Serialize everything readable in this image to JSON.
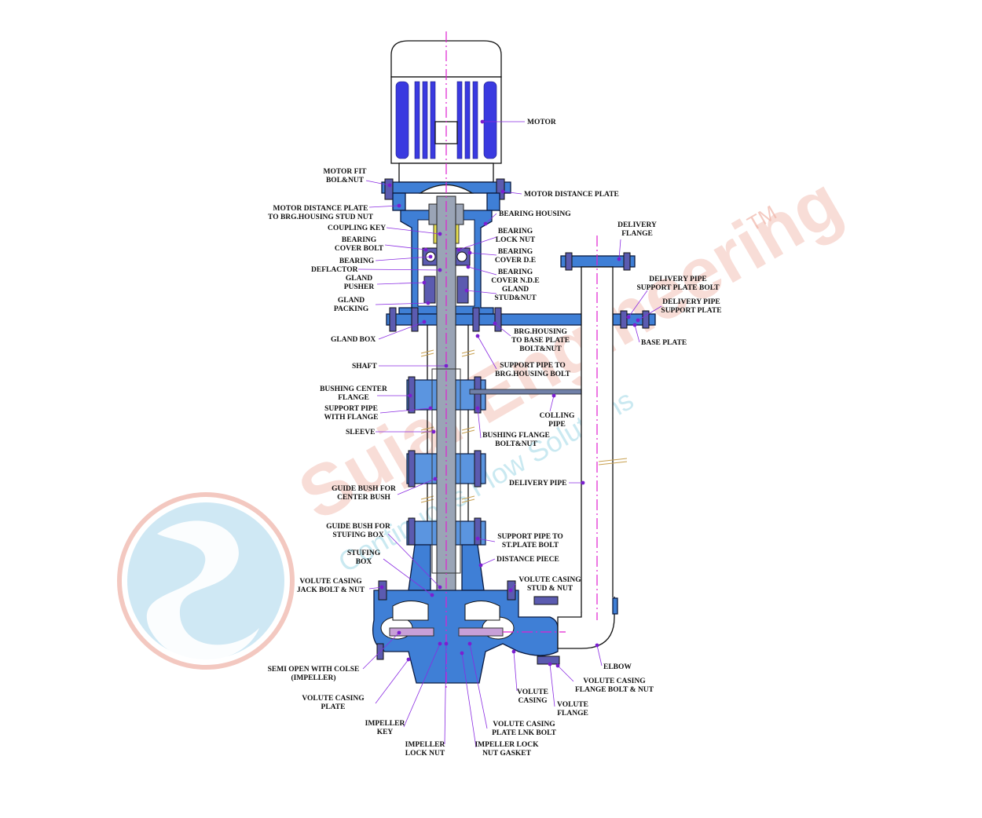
{
  "watermark": {
    "brand": "Sujal Engineering",
    "tagline": "Continuous Flow Solutions",
    "trademark": "TM"
  },
  "labels": [
    {
      "id": "motor",
      "lines": [
        "MOTOR"
      ]
    },
    {
      "id": "motor-fit-bolt-nut",
      "lines": [
        "MOTOR FIT",
        "BOL&NUT"
      ]
    },
    {
      "id": "motor-distance-plate",
      "lines": [
        "MOTOR DISTANCE PLATE"
      ]
    },
    {
      "id": "motor-distance-plate-stud-nut",
      "lines": [
        "MOTOR DISTANCE PLATE",
        "TO BRG.HOUSING STUD NUT"
      ]
    },
    {
      "id": "bearing-housing",
      "lines": [
        "BEARING HOUSING"
      ]
    },
    {
      "id": "coupling-key",
      "lines": [
        "COUPLING KEY"
      ]
    },
    {
      "id": "bearing-lock-nut",
      "lines": [
        "BEARING",
        "LOCK NUT"
      ]
    },
    {
      "id": "bearing-cover-bolt",
      "lines": [
        "BEARING",
        "COVER BOLT"
      ]
    },
    {
      "id": "bearing-cover-de",
      "lines": [
        "BEARING",
        "COVER D.E"
      ]
    },
    {
      "id": "bearing",
      "lines": [
        "BEARING"
      ]
    },
    {
      "id": "deflactor",
      "lines": [
        "DEFLACTOR"
      ]
    },
    {
      "id": "bearing-cover-nde",
      "lines": [
        "BEARING",
        "COVER N.D.E"
      ]
    },
    {
      "id": "gland-pusher",
      "lines": [
        "GLAND",
        "PUSHER"
      ]
    },
    {
      "id": "gland-stud-nut",
      "lines": [
        "GLAND",
        "STUD&NUT"
      ]
    },
    {
      "id": "gland-packing",
      "lines": [
        "GLAND",
        "PACKING"
      ]
    },
    {
      "id": "gland-box",
      "lines": [
        "GLAND BOX"
      ]
    },
    {
      "id": "brg-housing-base-plate-bolt",
      "lines": [
        "BRG.HOUSING",
        "TO BASE PLATE",
        "BOLT&NUT"
      ]
    },
    {
      "id": "shaft",
      "lines": [
        "SHAFT"
      ]
    },
    {
      "id": "support-pipe-brg-housing-bolt",
      "lines": [
        "SUPPORT PIPE TO",
        "BRG.HOUSING BOLT"
      ]
    },
    {
      "id": "bushing-center-flange",
      "lines": [
        "BUSHING CENTER",
        "FLANGE"
      ]
    },
    {
      "id": "support-pipe-with-flange",
      "lines": [
        "SUPPORT PIPE",
        "WITH FLANGE"
      ]
    },
    {
      "id": "colling-pipe",
      "lines": [
        "COLLING",
        "PIPE"
      ]
    },
    {
      "id": "sleeve",
      "lines": [
        "SLEEVE"
      ]
    },
    {
      "id": "bushing-flange-bolt-nut",
      "lines": [
        "BUSHING FLANGE",
        "BOLT&NUT"
      ]
    },
    {
      "id": "delivery-pipe",
      "lines": [
        "DELIVERY PIPE"
      ]
    },
    {
      "id": "guide-bush-center",
      "lines": [
        "GUIDE BUSH FOR",
        "CENTER BUSH"
      ]
    },
    {
      "id": "guide-bush-stuffing",
      "lines": [
        "GUIDE BUSH FOR",
        "STUFING BOX"
      ]
    },
    {
      "id": "support-pipe-st-plate-bolt",
      "lines": [
        "SUPPORT PIPE TO",
        "ST.PLATE BOLT"
      ]
    },
    {
      "id": "stufing-box",
      "lines": [
        "STUFING",
        "BOX"
      ]
    },
    {
      "id": "distance-piece",
      "lines": [
        "DISTANCE PIECE"
      ]
    },
    {
      "id": "volute-casing-jack-bolt",
      "lines": [
        "VOLUTE  CASING",
        "JACK BOLT & NUT"
      ]
    },
    {
      "id": "volute-casing-stud-nut",
      "lines": [
        "VOLUTE  CASING",
        "STUD & NUT"
      ]
    },
    {
      "id": "semi-open-impeller",
      "lines": [
        "SEMI OPEN WITH COLSE",
        "(IMPELLER)"
      ]
    },
    {
      "id": "elbow",
      "lines": [
        "ELBOW"
      ]
    },
    {
      "id": "volute-casing-flange-bolt",
      "lines": [
        "VOLUTE CASING",
        "FLANGE BOLT & NUT"
      ]
    },
    {
      "id": "volute-casing-plate",
      "lines": [
        "VOLUTE CASING",
        "PLATE"
      ]
    },
    {
      "id": "volute-casing",
      "lines": [
        "VOLUTE",
        "CASING"
      ]
    },
    {
      "id": "volute-flange",
      "lines": [
        "VOLUTE",
        "FLANGE"
      ]
    },
    {
      "id": "impeller-key",
      "lines": [
        "IMPELLER",
        "KEY"
      ]
    },
    {
      "id": "volute-casing-plate-lnk-bolt",
      "lines": [
        "VOLUTE CASING",
        "PLATE LNK BOLT"
      ]
    },
    {
      "id": "impeller-lock-nut",
      "lines": [
        "IMPELLER",
        "LOCK NUT"
      ]
    },
    {
      "id": "impeller-lock-nut-gasket",
      "lines": [
        "IMPELLER LOCK",
        "NUT GASKET"
      ]
    },
    {
      "id": "delivery-flange",
      "lines": [
        "DELIVERY",
        "FLANGE"
      ]
    },
    {
      "id": "delivery-pipe-support-plate-bolt",
      "lines": [
        "DELIVERY PIPE",
        "SUPPORT PLATE BOLT"
      ]
    },
    {
      "id": "delivery-pipe-support-plate",
      "lines": [
        "DELIVERY PIPE",
        "SUPPORT PLATE"
      ]
    },
    {
      "id": "base-plate",
      "lines": [
        "BASE PLATE"
      ]
    }
  ]
}
